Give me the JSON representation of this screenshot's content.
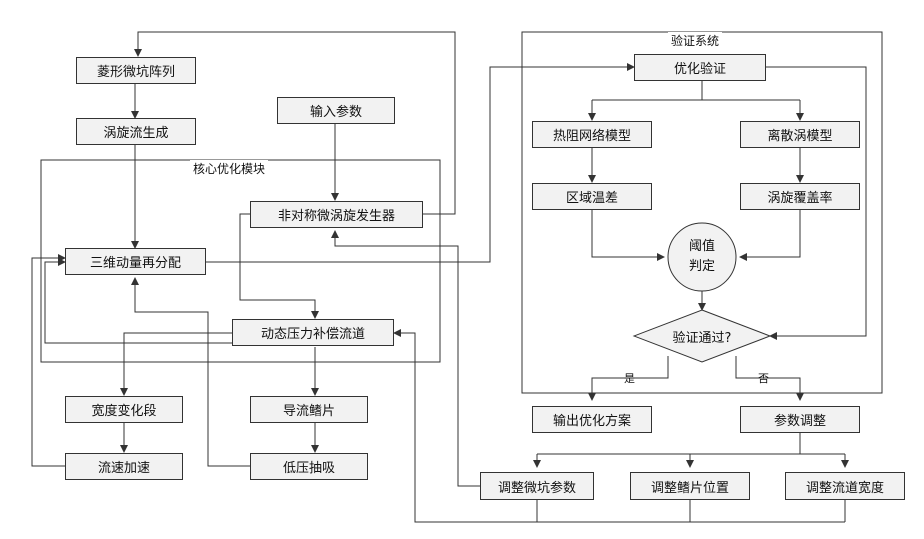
{
  "nodes": {
    "diamond_pit_array": "菱形微坑阵列",
    "vortex_generation": "涡旋流生成",
    "input_params": "输入参数",
    "asym_vortex_generator": "非对称微涡旋发生器",
    "momentum_redistribution": "三维动量再分配",
    "dynamic_pressure_channel": "动态压力补偿流道",
    "width_variation": "宽度变化段",
    "guide_fins": "导流鳍片",
    "flow_acceleration": "流速加速",
    "low_pressure_suction": "低压抽吸",
    "optimize_verify": "优化验证",
    "thermal_network": "热阻网络模型",
    "discrete_vortex": "离散涡模型",
    "regional_temp_diff": "区域温差",
    "vortex_coverage": "涡旋覆盖率",
    "threshold_judge_line1": "阈值",
    "threshold_judge_line2": "判定",
    "verify_pass": "验证通过?",
    "output_plan": "输出优化方案",
    "param_adjust": "参数调整",
    "adjust_pit_params": "调整微坑参数",
    "adjust_fin_position": "调整鳍片位置",
    "adjust_channel_width": "调整流道宽度"
  },
  "groups": {
    "core_module": "核心优化模块",
    "verify_system": "验证系统"
  },
  "edge_labels": {
    "yes": "是",
    "no": "否"
  },
  "colors": {
    "line": "#333333",
    "node_fill": "#f2f2f2"
  }
}
